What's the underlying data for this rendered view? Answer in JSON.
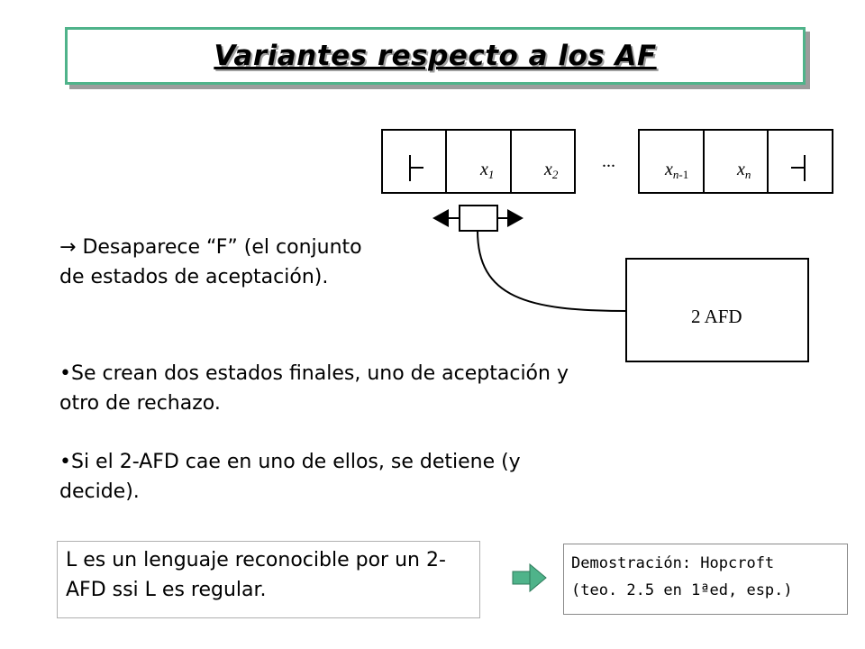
{
  "title": "Variantes respecto a los AF",
  "tape": {
    "cells": [
      "x1",
      "x2",
      "xn-1",
      "xn"
    ],
    "ellipsis": "...",
    "left_end_marker": "├",
    "right_end_marker": "┤"
  },
  "automaton_label": "2 AFD",
  "bullets": {
    "item1_arrow": "→",
    "item1": "Desaparece “F” (el conjunto de estados de aceptación).",
    "item2_bullet": "•",
    "item2": "Se crean dos estados finales, uno de aceptación y otro de rechazo.",
    "item3_bullet": "•",
    "item3": "Si el 2-AFD cae en uno de ellos, se detiene (y decide)."
  },
  "lemma": "L es un lenguaje reconocible por un 2-AFD ssi L es regular.",
  "proof_ref": {
    "line1": "Demostración: Hopcroft",
    "line2": "(teo. 2.5 en 1ªed, esp.)"
  },
  "colors": {
    "title_border": "#4fb38a",
    "arrow_fill": "#4fb38a"
  }
}
